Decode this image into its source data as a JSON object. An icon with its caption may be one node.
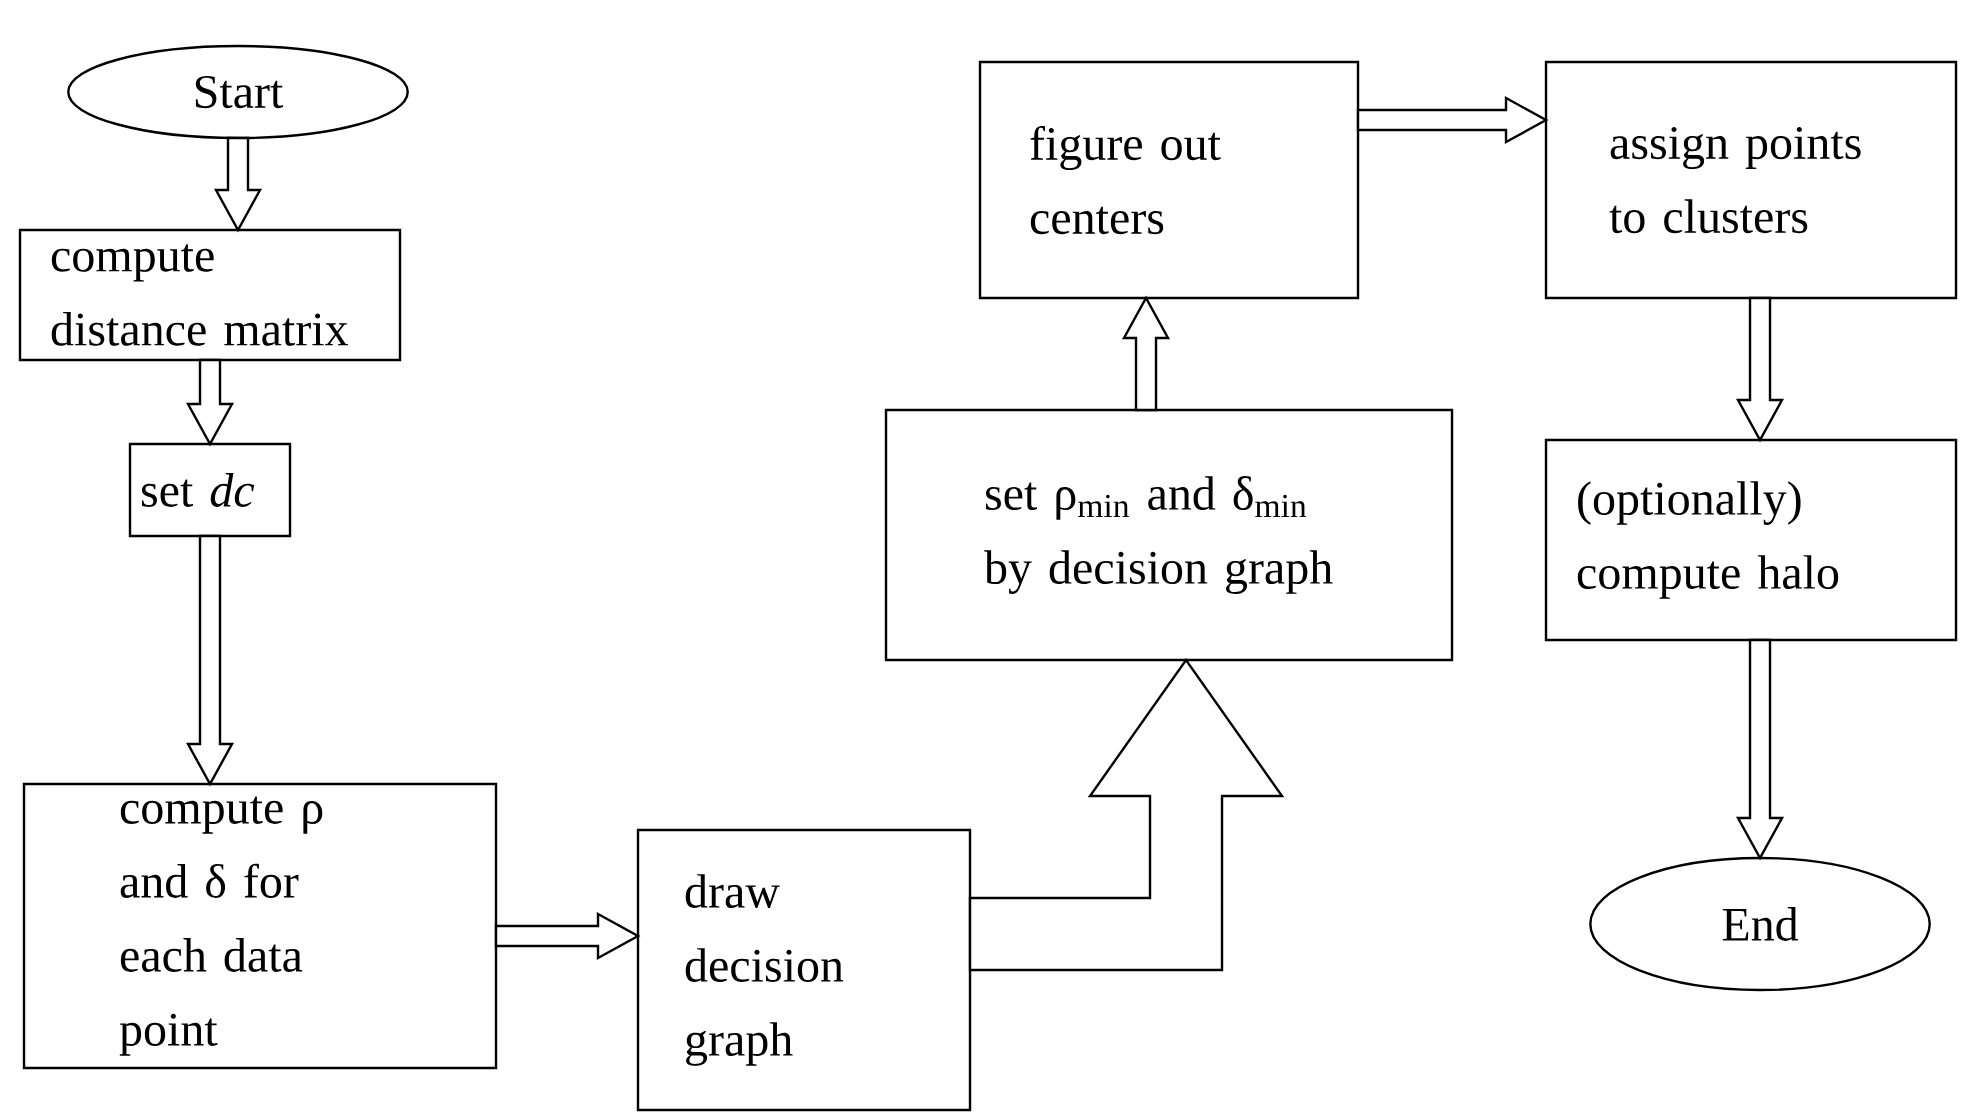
{
  "diagram": {
    "nodes": [
      {
        "text": [
          "Start"
        ]
      },
      {
        "text": [
          "compute distance matrix"
        ]
      },
      {
        "text": [
          "set *dc*"
        ]
      },
      {
        "text": [
          "compute ρ and δ for each data point"
        ]
      },
      {
        "text": [
          "draw decision graph"
        ]
      },
      {
        "text": [
          "set ρ$_{min}$ and δ$_{min}$ by decision graph"
        ]
      },
      {
        "text": [
          "figure out centers"
        ]
      },
      {
        "text": [
          "assign points to clusters"
        ]
      },
      {
        "text": [
          "(optionally) compute halo"
        ]
      },
      {
        "text": [
          "End"
        ]
      }
    ],
    "edges": [
      {
        "from": 0,
        "to": 1,
        "arrow": "to"
      },
      {
        "from": 1,
        "to": 2,
        "arrow": "to"
      },
      {
        "from": 2,
        "to": 3,
        "arrow": "to"
      },
      {
        "from": 3,
        "to": 4,
        "arrow": "to"
      },
      {
        "from": 4,
        "to": 5,
        "arrow": "to"
      },
      {
        "from": 5,
        "to": 6,
        "arrow": "to"
      },
      {
        "from": 6,
        "to": 7,
        "arrow": "to"
      },
      {
        "from": 7,
        "to": 8,
        "arrow": "to"
      },
      {
        "from": 8,
        "to": 9,
        "arrow": "to"
      }
    ]
  }
}
